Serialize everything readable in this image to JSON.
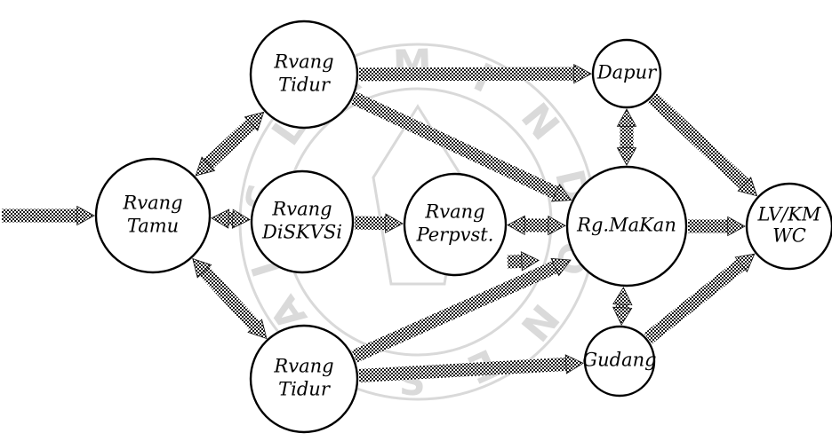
{
  "colors": {
    "ink": "#000000",
    "hatch_dark": "#1a1a1a",
    "watermark": "#d9d9d9",
    "background": "#ffffff"
  },
  "watermark": {
    "letters": [
      "I",
      "S",
      "L",
      "A",
      "M",
      "I",
      "N",
      "D",
      "O",
      "N",
      "E",
      "S",
      "I",
      "A"
    ]
  },
  "nodes": [
    {
      "id": "ruang-tamu",
      "lines": [
        "Rvang",
        "Tamu"
      ]
    },
    {
      "id": "ruang-tidur-top",
      "lines": [
        "Rvang",
        "Tidur"
      ]
    },
    {
      "id": "ruang-diskusi",
      "lines": [
        "Rvang",
        "DiSKVSi"
      ]
    },
    {
      "id": "ruang-perpust",
      "lines": [
        "Rvang",
        "Perpvst."
      ]
    },
    {
      "id": "ruang-tidur-bottom",
      "lines": [
        "Rvang",
        "Tidur"
      ]
    },
    {
      "id": "dapur",
      "lines": [
        "Dapur"
      ]
    },
    {
      "id": "rg-makan",
      "lines": [
        "Rg.MaKan"
      ]
    },
    {
      "id": "gudang",
      "lines": [
        "Gudang"
      ]
    },
    {
      "id": "lv-km-wc",
      "lines": [
        "LV/KM",
        "WC"
      ]
    }
  ],
  "edges": [
    {
      "from": "entrance",
      "to": "ruang-tamu"
    },
    {
      "from": "ruang-tamu",
      "to": "ruang-tidur-top",
      "bidirectional": true
    },
    {
      "from": "ruang-tamu",
      "to": "ruang-diskusi",
      "bidirectional": true
    },
    {
      "from": "ruang-tamu",
      "to": "ruang-tidur-bottom",
      "bidirectional": true
    },
    {
      "from": "ruang-diskusi",
      "to": "ruang-perpust"
    },
    {
      "from": "ruang-perpust",
      "to": "rg-makan",
      "bidirectional": true
    },
    {
      "from": "ruang-tidur-top",
      "to": "dapur"
    },
    {
      "from": "ruang-tidur-top",
      "to": "rg-makan"
    },
    {
      "from": "ruang-perpust",
      "to": "rg-makan",
      "style": "diagonal"
    },
    {
      "from": "ruang-tidur-bottom",
      "to": "rg-makan"
    },
    {
      "from": "ruang-tidur-bottom",
      "to": "gudang"
    },
    {
      "from": "dapur",
      "to": "rg-makan",
      "bidirectional": true
    },
    {
      "from": "dapur",
      "to": "lv-km-wc"
    },
    {
      "from": "rg-makan",
      "to": "lv-km-wc"
    },
    {
      "from": "rg-makan",
      "to": "gudang",
      "bidirectional": true
    },
    {
      "from": "gudang",
      "to": "lv-km-wc"
    }
  ]
}
